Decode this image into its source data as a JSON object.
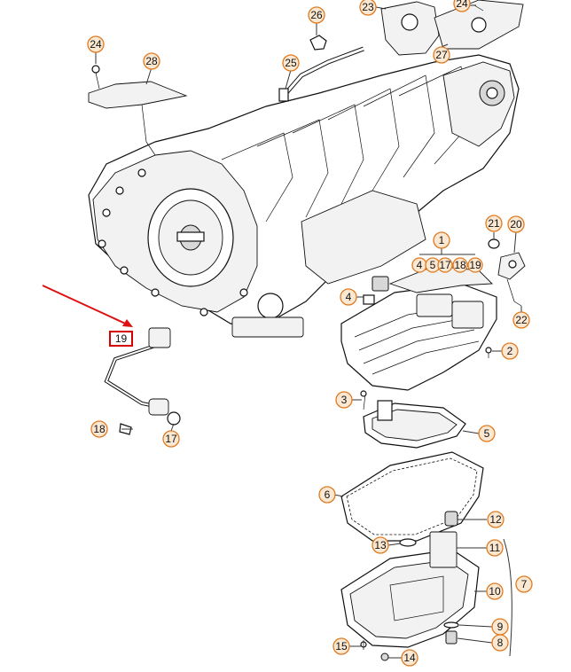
{
  "callouts": {
    "c24a": "24",
    "c28": "28",
    "c26": "26",
    "c25": "25",
    "c23": "23",
    "c24b": "24",
    "c27": "27",
    "c21": "21",
    "c20": "20",
    "c22": "22",
    "c1": "1",
    "c4": "4",
    "c5": "5",
    "c17": "17",
    "c18": "18",
    "c19": "19",
    "c4b": "4",
    "c2": "2",
    "c3": "3",
    "c5b": "5",
    "c18b": "18",
    "c17b": "17",
    "c6": "6",
    "c12": "12",
    "c13": "13",
    "c11": "11",
    "c10": "10",
    "c7": "7",
    "c9": "9",
    "c8": "8",
    "c15": "15",
    "c14": "14"
  },
  "highlight": {
    "label": "19",
    "color": "#d40000"
  },
  "arrow_color": "#e01010",
  "callout_color": "#e07a20"
}
